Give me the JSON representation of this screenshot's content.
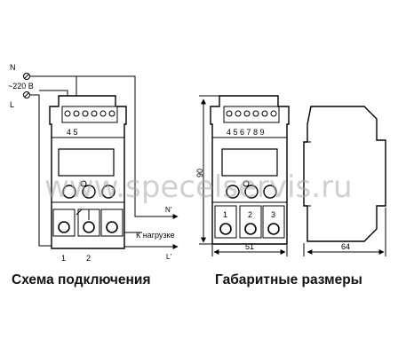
{
  "schematic": {
    "terminal_n": "N",
    "supply_voltage": "~220 В",
    "terminal_l": "L",
    "top_terminals": "4 5",
    "output_n": "N'",
    "load_label": "К нагрузке",
    "output_l": "L'",
    "bottom_terminal_1": "1",
    "bottom_terminal_2": "2",
    "caption": "Схема подключения"
  },
  "dimensions": {
    "top_terminals": "4 5 6 7 8 9",
    "height_mm": "90",
    "width_mm": "51",
    "depth_mm": "64",
    "bottom_terminal_1": "1",
    "bottom_terminal_2": "2",
    "bottom_terminal_3": "3",
    "caption": "Габаритные размеры"
  },
  "watermark": "www.specelservis.ru"
}
